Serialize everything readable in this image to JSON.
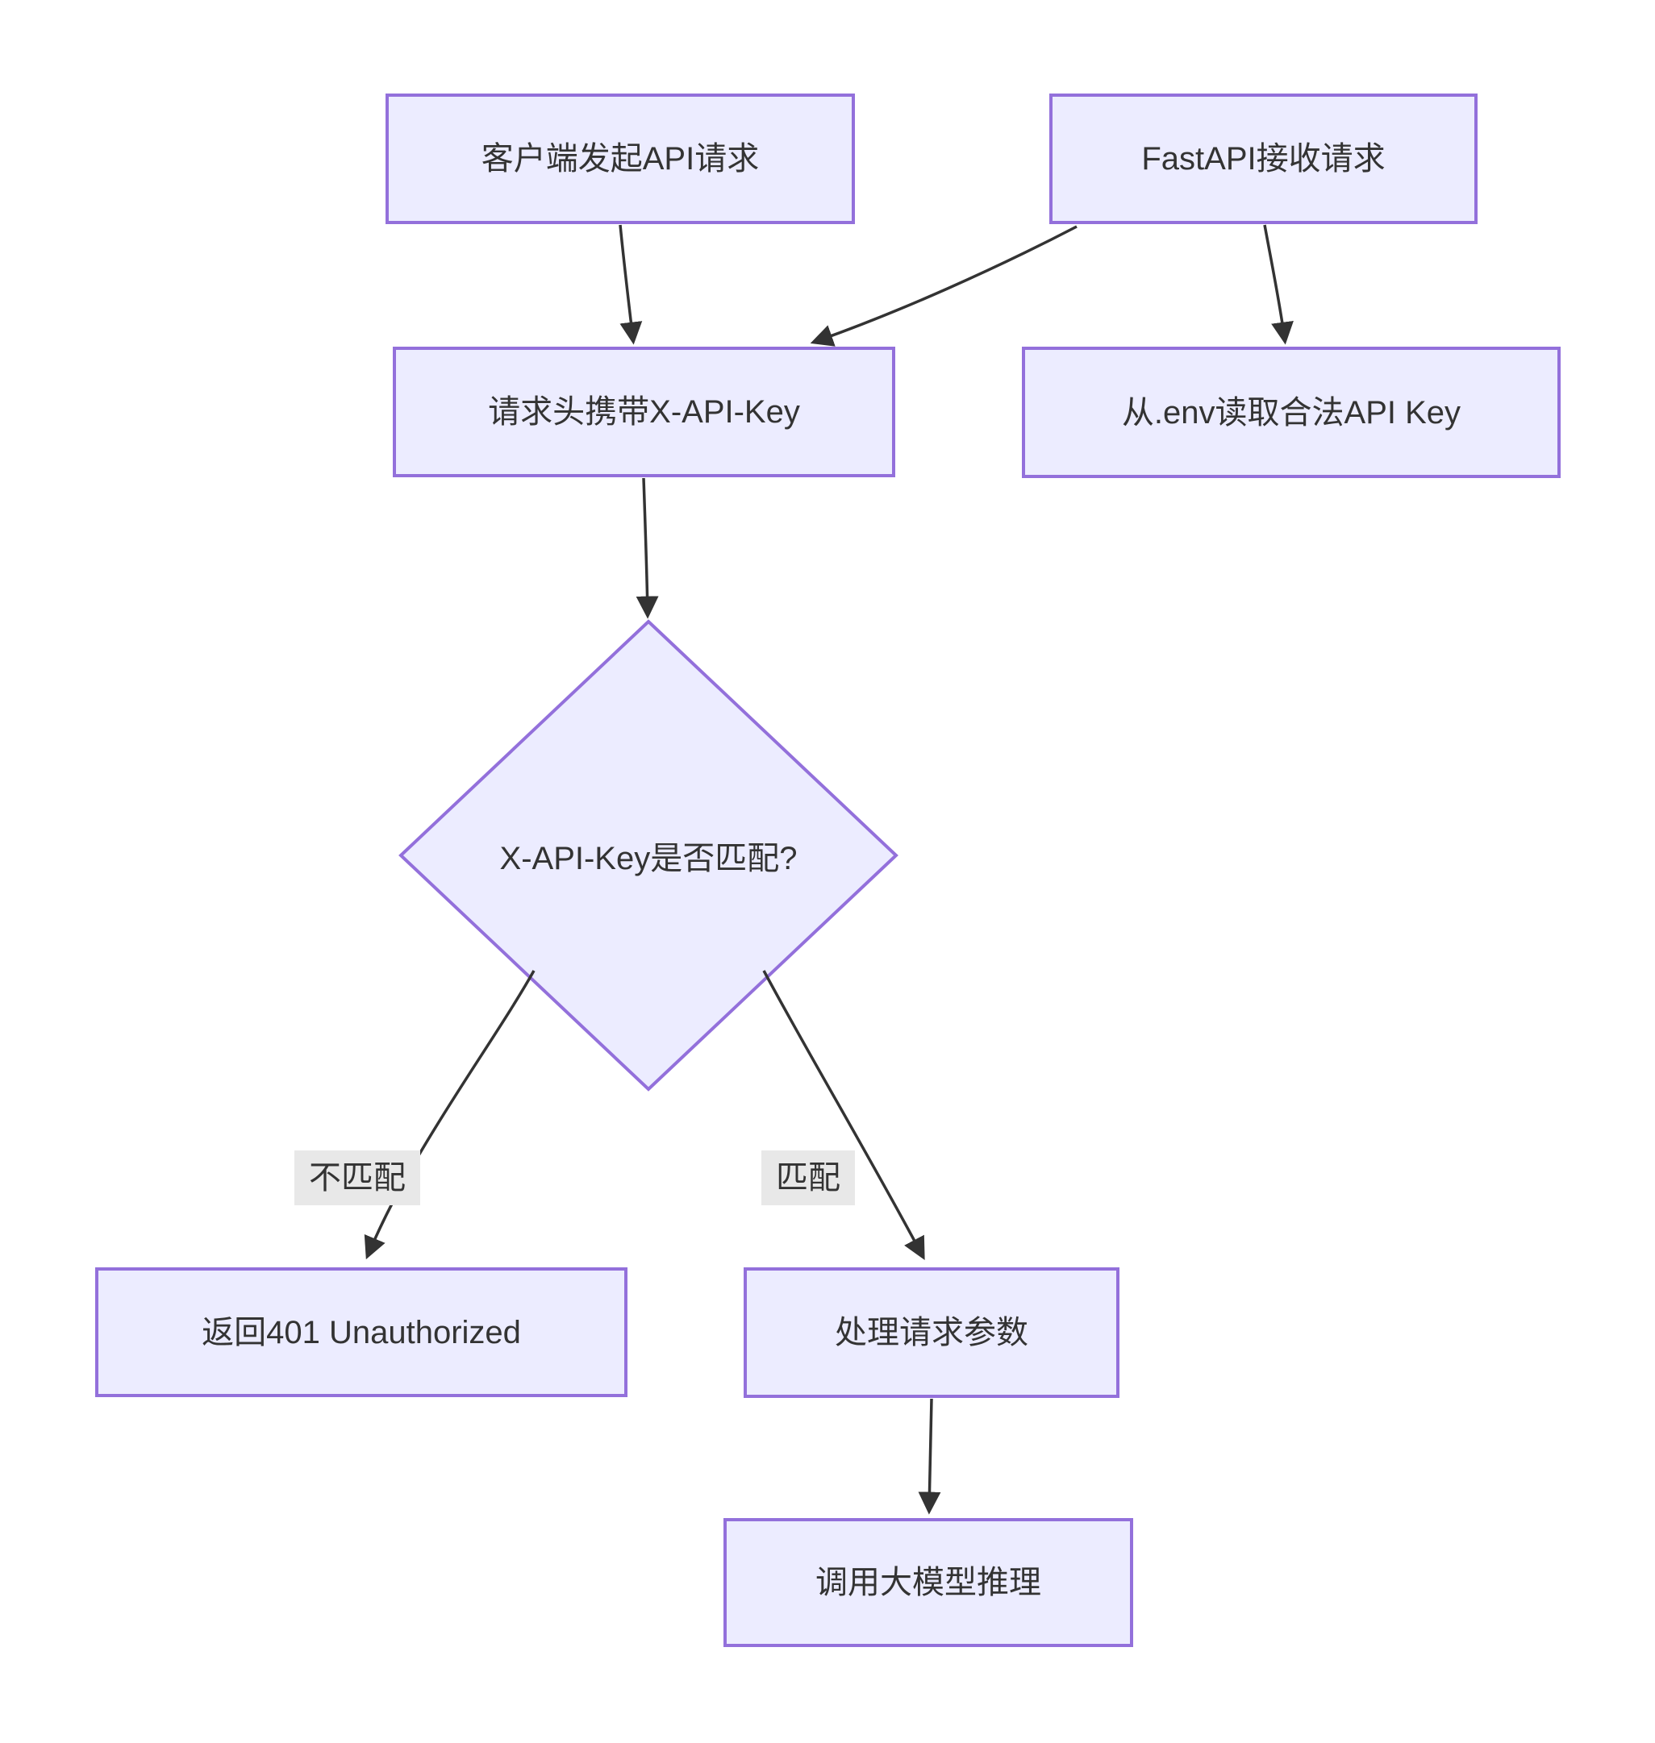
{
  "diagram_type": "flowchart",
  "background": "#ffffff",
  "colors": {
    "node_fill": "#ECECFF",
    "node_border": "#9370DB",
    "edge": "#333333",
    "text": "#333333",
    "edge_label_bg": "#e8e8e8"
  },
  "nodes": {
    "client_request": {
      "label": "客户端发起API请求",
      "shape": "rectangle"
    },
    "fastapi_receive": {
      "label": "FastAPI接收请求",
      "shape": "rectangle"
    },
    "header_api_key": {
      "label": "请求头携带X-API-Key",
      "shape": "rectangle"
    },
    "env_api_key": {
      "label": "从.env读取合法API Key",
      "shape": "rectangle"
    },
    "key_match_decision": {
      "label": "X-API-Key是否匹配?",
      "shape": "diamond"
    },
    "return_401": {
      "label": "返回401 Unauthorized",
      "shape": "rectangle"
    },
    "process_params": {
      "label": "处理请求参数",
      "shape": "rectangle"
    },
    "call_llm": {
      "label": "调用大模型推理",
      "shape": "rectangle"
    }
  },
  "edge_labels": {
    "no_match": "不匹配",
    "match": "匹配"
  },
  "edges": [
    {
      "from": "client_request",
      "to": "header_api_key",
      "label": ""
    },
    {
      "from": "fastapi_receive",
      "to": "header_api_key",
      "label": ""
    },
    {
      "from": "fastapi_receive",
      "to": "env_api_key",
      "label": ""
    },
    {
      "from": "header_api_key",
      "to": "key_match_decision",
      "label": ""
    },
    {
      "from": "key_match_decision",
      "to": "return_401",
      "label": "不匹配"
    },
    {
      "from": "key_match_decision",
      "to": "process_params",
      "label": "匹配"
    },
    {
      "from": "process_params",
      "to": "call_llm",
      "label": ""
    }
  ]
}
